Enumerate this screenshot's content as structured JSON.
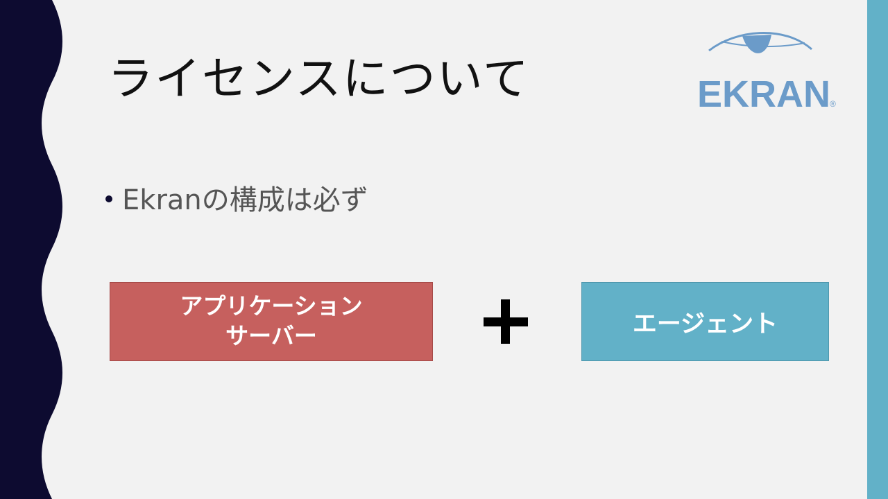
{
  "slide": {
    "title": "ライセンスについて",
    "bullet": "Ekranの構成は必ず",
    "logo_text": "EKRAN",
    "logo_mark": "®"
  },
  "boxes": {
    "server_line1": "アプリケーション",
    "server_line2": "サーバー",
    "agent": "エージェント"
  },
  "colors": {
    "background": "#f2f2f2",
    "left_band": "#0d0b30",
    "right_band": "#62b1c8",
    "server_box": "#c6605e",
    "agent_box": "#62b1c8",
    "logo": "#6b9bc9"
  },
  "icons": [
    "eye-icon",
    "plus-icon",
    "bullet-dot-icon"
  ]
}
